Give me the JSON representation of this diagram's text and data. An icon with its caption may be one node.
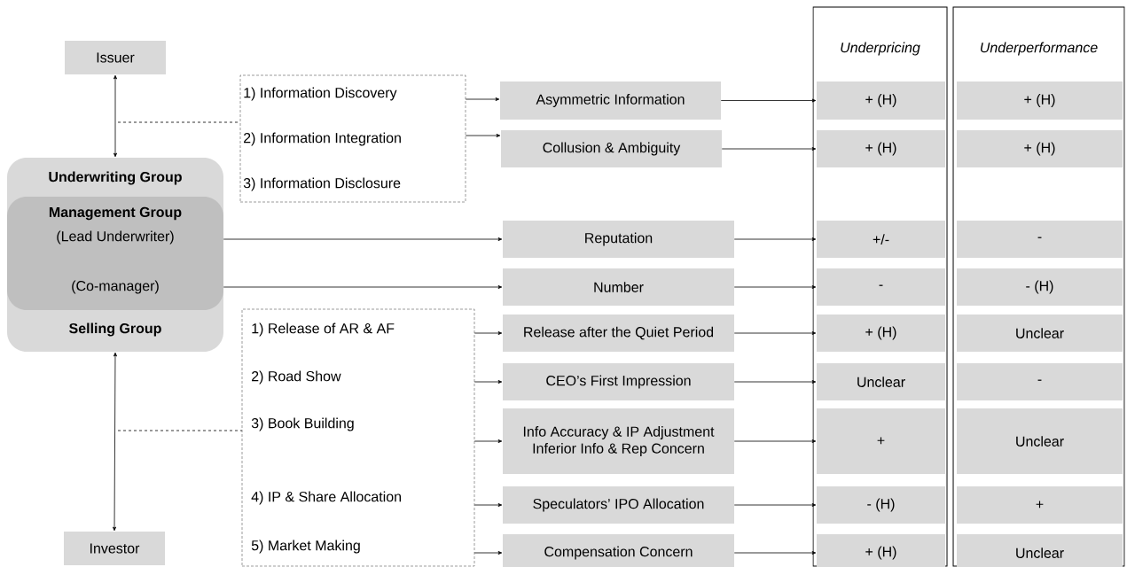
{
  "diagram": {
    "nodes": [
      {
        "text": [
          "Issuer"
        ]
      },
      {
        "text": [
          "Underwriting Group",
          "Selling Group"
        ]
      },
      {
        "text": [
          "Management Group",
          "(Lead Underwriter)",
          "(Co-manager)"
        ],
        "in": 1
      },
      {
        "text": [
          "Investor"
        ]
      },
      {
        "text": [
          "1) Information Discovery",
          "2) Information Integration",
          "3) Information Disclosure"
        ]
      },
      {
        "text": [
          "1) Release of AR & AF",
          "2) Road Show",
          "3) Book Building",
          "4) IP & Share Allocation",
          "5) Market Making"
        ]
      },
      {
        "text": [
          "Asymmetric Information"
        ]
      },
      {
        "text": [
          "Collusion & Ambiguity"
        ]
      },
      {
        "text": [
          "Reputation"
        ]
      },
      {
        "text": [
          "Number"
        ]
      },
      {
        "text": [
          "Release after the Quiet Period"
        ]
      },
      {
        "text": [
          "CEO’s First Impression"
        ]
      },
      {
        "text": [
          "Info Accuracy & IP Adjustment",
          "Inferior Info & Rep Concern"
        ]
      },
      {
        "text": [
          "Speculators’ IPO Allocation"
        ]
      },
      {
        "text": [
          "Compensation Concern"
        ]
      },
      {
        "text": [
          "*Underpricing*"
        ]
      },
      {
        "text": [
          "+ (H)"
        ],
        "in": 15
      },
      {
        "text": [
          "+ (H)"
        ],
        "in": 15
      },
      {
        "text": [
          "+/-"
        ],
        "in": 15
      },
      {
        "text": [
          "-"
        ],
        "in": 15
      },
      {
        "text": [
          "+ (H)"
        ],
        "in": 15
      },
      {
        "text": [
          "Unclear"
        ],
        "in": 15
      },
      {
        "text": [
          "+"
        ],
        "in": 15
      },
      {
        "text": [
          "- (H)"
        ],
        "in": 15
      },
      {
        "text": [
          "+ (H)"
        ],
        "in": 15
      },
      {
        "text": [
          "*Underperformance*"
        ]
      },
      {
        "text": [
          "+ (H)"
        ],
        "in": 25
      },
      {
        "text": [
          "+ (H)"
        ],
        "in": 25
      },
      {
        "text": [
          "-"
        ],
        "in": 25
      },
      {
        "text": [
          "- (H)"
        ],
        "in": 25
      },
      {
        "text": [
          "Unclear"
        ],
        "in": 25
      },
      {
        "text": [
          "-"
        ],
        "in": 25
      },
      {
        "text": [
          "Unclear"
        ],
        "in": 25
      },
      {
        "text": [
          "+"
        ],
        "in": 25
      },
      {
        "text": [
          "Unclear"
        ],
        "in": 25
      }
    ],
    "edges": [
      {
        "from": 0,
        "to": 1,
        "arrow": "both"
      },
      {
        "from": 1,
        "to": 3,
        "arrow": "both"
      },
      {
        "from": null,
        "to": 4,
        "arrow": "none",
        "style": "dashed"
      },
      {
        "from": null,
        "to": 5,
        "arrow": "none",
        "style": "dashed"
      },
      {
        "from": 4,
        "to": 6,
        "arrow": "to"
      },
      {
        "from": 4,
        "to": 7,
        "arrow": "to"
      },
      {
        "from": 2,
        "to": 8,
        "arrow": "to"
      },
      {
        "from": 2,
        "to": 9,
        "arrow": "to"
      },
      {
        "from": 5,
        "to": 10,
        "arrow": "to"
      },
      {
        "from": 5,
        "to": 11,
        "arrow": "to"
      },
      {
        "from": 5,
        "to": 12,
        "arrow": "to"
      },
      {
        "from": 5,
        "to": 13,
        "arrow": "to"
      },
      {
        "from": 5,
        "to": 14,
        "arrow": "to"
      },
      {
        "from": 6,
        "to": 16,
        "arrow": "to"
      },
      {
        "from": 7,
        "to": 17,
        "arrow": "to"
      },
      {
        "from": 8,
        "to": 18,
        "arrow": "to"
      },
      {
        "from": 9,
        "to": 19,
        "arrow": "to"
      },
      {
        "from": 10,
        "to": 20,
        "arrow": "to"
      },
      {
        "from": 11,
        "to": 21,
        "arrow": "to"
      },
      {
        "from": 12,
        "to": 22,
        "arrow": "to"
      },
      {
        "from": 13,
        "to": 23,
        "arrow": "to"
      },
      {
        "from": 14,
        "to": 24,
        "arrow": "to"
      }
    ]
  }
}
